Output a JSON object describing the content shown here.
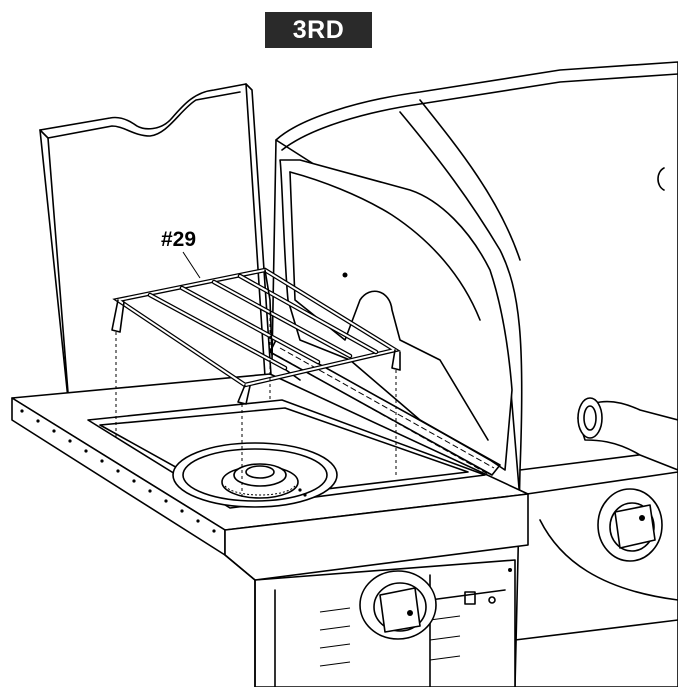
{
  "step": {
    "label": "3RD"
  },
  "callout": {
    "part_label": "#29"
  },
  "icons": [
    "side-shelf-lid",
    "warming-rack",
    "side-burner",
    "grill-lid",
    "control-knob",
    "flame-icon"
  ]
}
